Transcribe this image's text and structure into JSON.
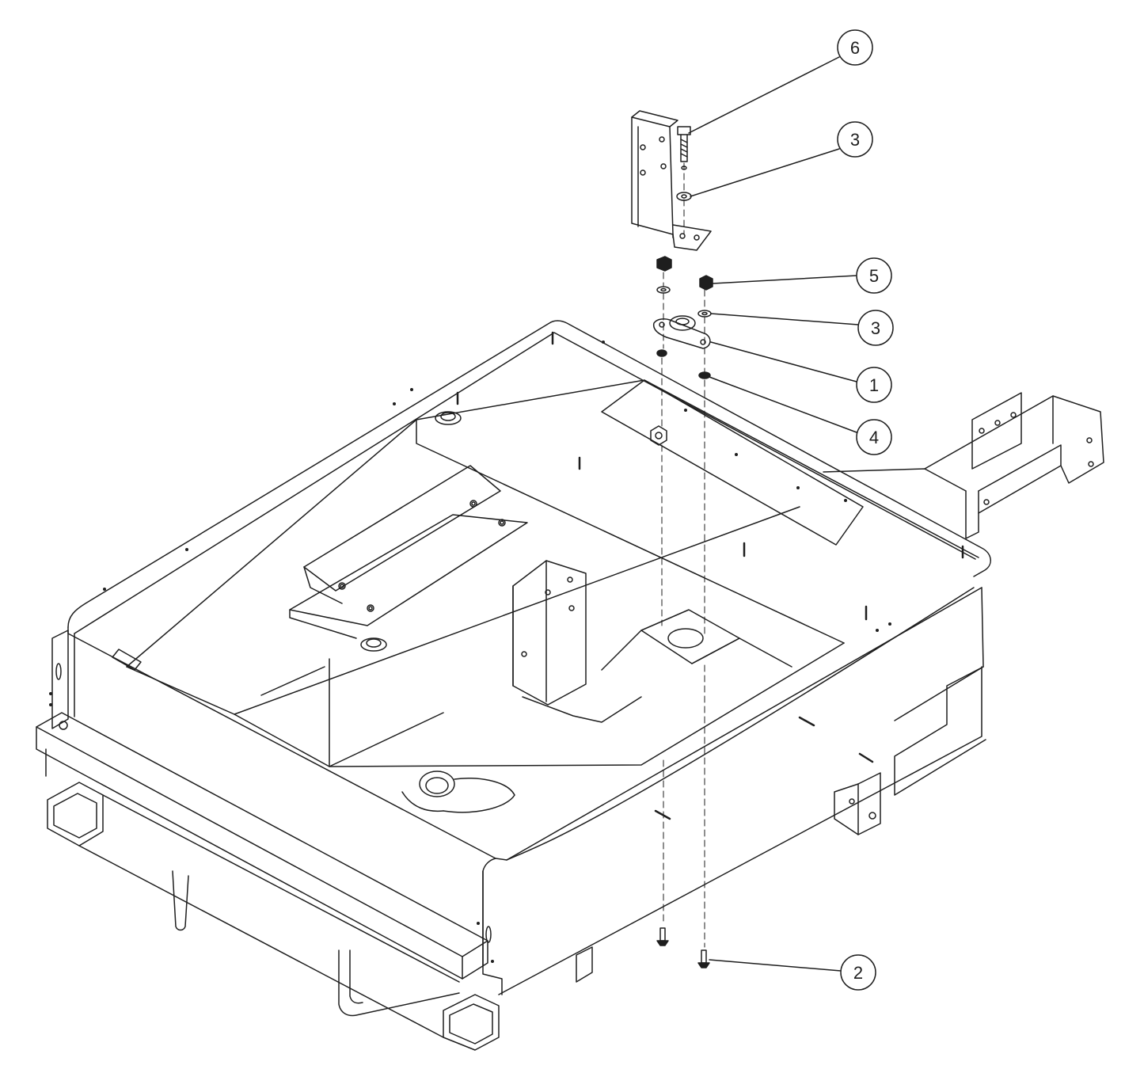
{
  "diagram": {
    "type": "exploded-parts-diagram",
    "line_color": "#1e1e1e",
    "background": "#ffffff",
    "callouts": [
      {
        "id": "callout-6",
        "label": "6"
      },
      {
        "id": "callout-3-upper",
        "label": "3"
      },
      {
        "id": "callout-5",
        "label": "5"
      },
      {
        "id": "callout-3-lower",
        "label": "3"
      },
      {
        "id": "callout-1",
        "label": "1"
      },
      {
        "id": "callout-4",
        "label": "4"
      },
      {
        "id": "callout-2",
        "label": "2"
      }
    ]
  }
}
